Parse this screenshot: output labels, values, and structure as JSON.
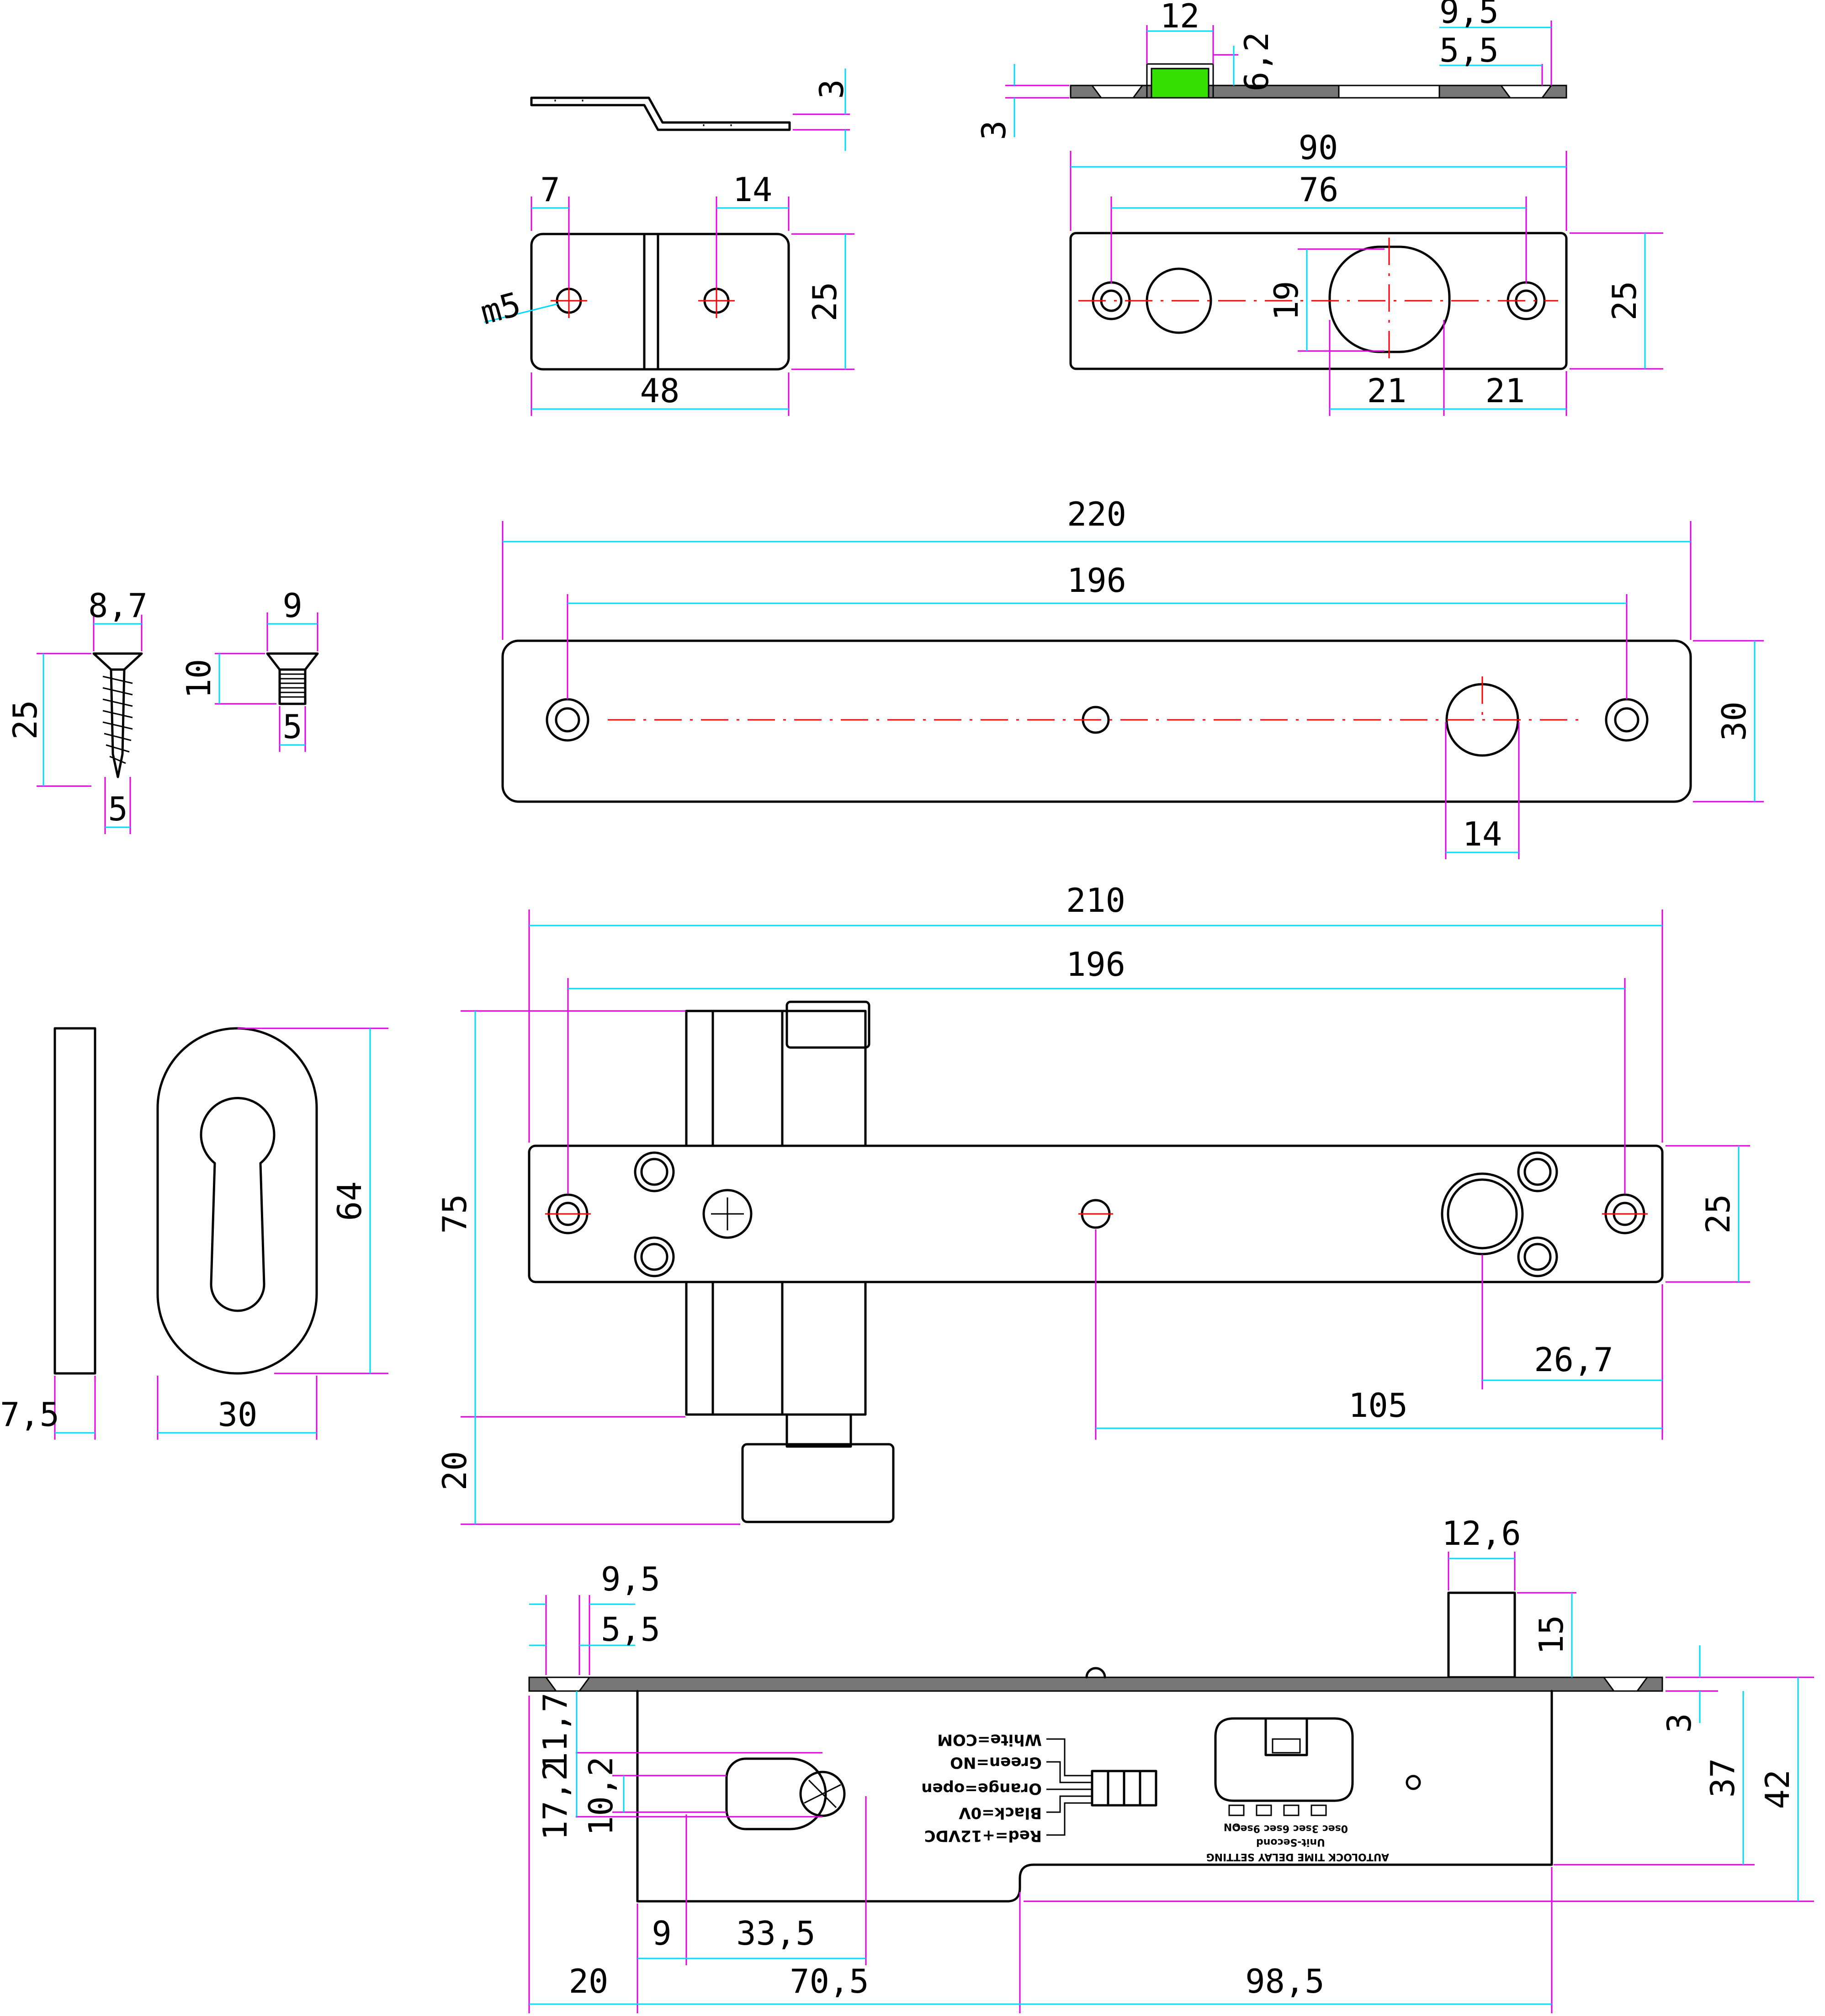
{
  "dimensions": {
    "top_left_thickness": "3",
    "strike_spacing": "7",
    "strike_slot": "14",
    "strike_thread": "m5",
    "strike_height": "25",
    "strike_width": "48",
    "side_12": "12",
    "side_9_5": "9,5",
    "side_5_5": "5,5",
    "side_6_2": "6,2",
    "side_3": "3",
    "plate_90": "90",
    "plate_76": "76",
    "plate_19": "19",
    "plate_25": "25",
    "plate_21a": "21",
    "plate_21b": "21",
    "cover_220": "220",
    "cover_196": "196",
    "cover_30": "30",
    "cover_14": "14",
    "screw1_width": "8,7",
    "screw1_length": "25",
    "screw1_tip": "5",
    "screw2_width": "9",
    "screw2_length": "10",
    "screw2_tip": "5",
    "esc_thickness": "7,5",
    "esc_width": "30",
    "esc_height": "64",
    "body_210": "210",
    "body_196": "196",
    "body_75": "75",
    "body_25": "25",
    "body_26_7": "26,7",
    "body_105": "105",
    "body_20": "20",
    "bot_12_6": "12,6",
    "bot_9_5": "9,5",
    "bot_5_5": "5,5",
    "bot_15": "15",
    "bot_17_2": "17,2",
    "bot_11_7": "11,7",
    "bot_10_2": "10,2",
    "bot_3": "3",
    "bot_37": "37",
    "bot_42": "42",
    "bot_9": "9",
    "bot_33_5": "33,5",
    "bot_20": "20",
    "bot_70_5": "70,5",
    "bot_98_5": "98,5"
  },
  "wiring": [
    "White=COM",
    "Green=NO",
    "Orange=open",
    "Black=0V",
    "Red=+12VDC"
  ],
  "delay_setting": {
    "title": "AUTOLOCK TIME DELAY SETTING",
    "unit": "Unit-Second",
    "values": "0sec 3sec 6sec 9sec",
    "switch_label": "ON"
  },
  "colors": {
    "outline": "#000000",
    "dimension": "#00d8ff",
    "extension": "#e000e0",
    "centerline": "#ff0000",
    "highlight": "#33e000"
  }
}
